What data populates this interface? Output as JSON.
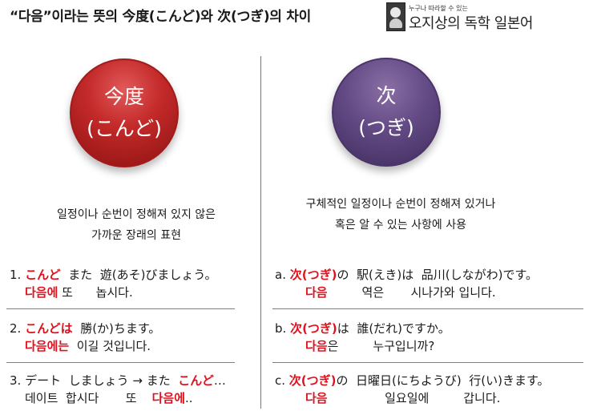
{
  "header": {
    "title": "“다음”이라는 뜻의 今度(こんど)와  次(つぎ)의 차이",
    "logo_tagline": "누구나 따라할 수 있는",
    "logo_name": "오지상의 독학 일본어"
  },
  "left": {
    "circle_line1": "今度",
    "circle_line2": "(こんど)",
    "desc_line1": "일정이나 순번이 정해져 있지 않은",
    "desc_line2": "가까운 장래의 표현",
    "examples": [
      {
        "num": "1.",
        "jp_red": "こんど",
        "jp_rest": "  また  遊(あそ)びましょう。",
        "kr_red": "다음에",
        "kr_rest": " 또      놉시다."
      },
      {
        "num": "2.",
        "jp_red": "こんどは",
        "jp_rest": "  勝(か)ちます。",
        "kr_red": "다음에는",
        "kr_rest": "  이길 것입니다."
      },
      {
        "num": "3.",
        "jp_pre": "デート  しましょう → また  ",
        "jp_red": "こんど",
        "jp_rest": "…",
        "kr_pre": "데이트  합시다       또    ",
        "kr_red": "다음에",
        "kr_rest": ".."
      }
    ]
  },
  "right": {
    "circle_line1": "次",
    "circle_line2": "(つぎ)",
    "desc_line1": "구체적인 일정이나 순번이 정해져 있거나",
    "desc_line2": "혹은 알 수 있는 사항에  사용",
    "examples": [
      {
        "num": "a.",
        "jp_red": "次(つぎ)",
        "jp_rest": "の  駅(えき)は  品川(しながわ)です。",
        "kr_red": "다음",
        "kr_rest": "         역은       시나가와 입니다."
      },
      {
        "num": "b.",
        "jp_red": "次(つぎ)",
        "jp_rest": "は  誰(だれ)ですか。",
        "kr_red": "다음",
        "kr_rest": "은         누구입니까?"
      },
      {
        "num": "c.",
        "jp_red": "次(つぎ)",
        "jp_rest": "の  日曜日(にちようび)  行(い)きます。",
        "kr_red": "다음",
        "kr_rest": "               일요일에         갑니다."
      }
    ]
  }
}
